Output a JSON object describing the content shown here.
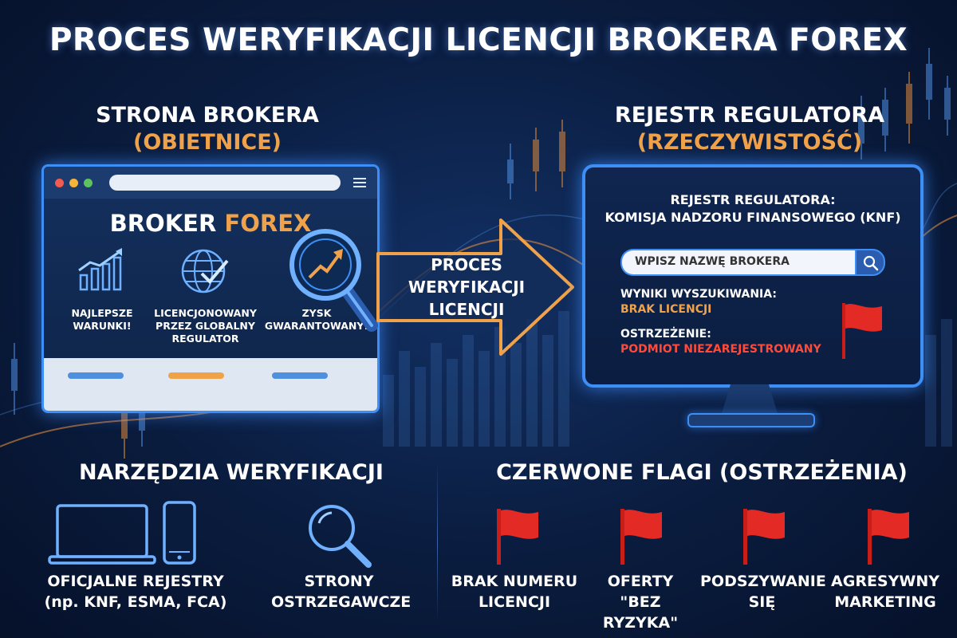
{
  "title": "PROCES WERYFIKACJI LICENCJI BROKERA FOREX",
  "left_section": {
    "heading": "STRONA BROKERA",
    "subheading": "(OBIETNICE)",
    "browser": {
      "brand_part1": "BROKER",
      "brand_part2": "FOREX",
      "features": [
        {
          "icon": "bar-chart-icon",
          "line1": "NAJLEPSZE",
          "line2": "WARUNKI!",
          "line3": ""
        },
        {
          "icon": "globe-check-icon",
          "line1": "LICENCJONOWANY",
          "line2": "PRZEZ GLOBALNY",
          "line3": "REGULATOR"
        },
        {
          "icon": "magnifier-chart-icon",
          "line1": "ZYSK",
          "line2": "GWARANTOWANY!",
          "line3": ""
        }
      ]
    }
  },
  "arrow": {
    "line1": "PROCES",
    "line2": "WERYFIKACJI",
    "line3": "LICENCJI"
  },
  "right_section": {
    "heading": "REJESTR REGULATORA",
    "subheading": "(RZECZYWISTOŚĆ)",
    "monitor": {
      "line1": "REJESTR REGULATORA:",
      "line2": "KOMISJA NADZORU FINANSOWEGO (KNF)",
      "search_placeholder": "WPISZ NAZWĘ BROKERA",
      "results_label": "WYNIKI WYSZUKIWANIA:",
      "results_value": "BRAK LICENCJI",
      "warning_label": "OSTRZEŻENIE:",
      "warning_value": "PODMIOT NIEZAREJESTROWANY"
    }
  },
  "tools": {
    "heading": "NARZĘDZIA WERYFIKACJI",
    "items": [
      {
        "icon": "laptop-phone-icon",
        "line1": "OFICJALNE REJESTRY",
        "line2": "(np. KNF, ESMA, FCA)"
      },
      {
        "icon": "magnifier-icon",
        "line1": "STRONY",
        "line2": "OSTRZEGAWCZE"
      }
    ]
  },
  "red_flags": {
    "heading": "CZERWONE FLAGI (OSTRZEŻENIA)",
    "items": [
      {
        "icon": "red-flag-icon",
        "line1": "BRAK NUMERU",
        "line2": "LICENCJI"
      },
      {
        "icon": "red-flag-icon",
        "line1": "OFERTY",
        "line2": "\"BEZ RYZYKA\""
      },
      {
        "icon": "red-flag-icon",
        "line1": "PODSZYWANIE",
        "line2": "SIĘ"
      },
      {
        "icon": "red-flag-icon",
        "line1": "AGRESYWNY",
        "line2": "MARKETING"
      }
    ]
  },
  "colors": {
    "accent_blue": "#3e8ff5",
    "accent_orange": "#f0a24a",
    "warning_red": "#ff4a3a",
    "flag_red": "#e42a24",
    "background": "#0a1c3e"
  }
}
